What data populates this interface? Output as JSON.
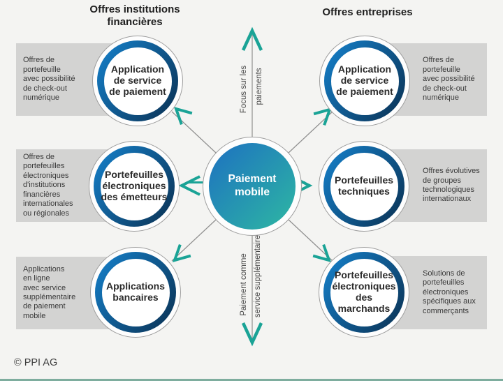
{
  "headings": {
    "left": "Offres institutions\nfinancières",
    "right": "Offres entreprises"
  },
  "center": {
    "label": "Paiement\nmobile"
  },
  "axes": {
    "top": {
      "line1": "Focus sur les",
      "line2": "paiements"
    },
    "bottom": {
      "line1": "Paiement comme",
      "line2": "service supplémentaire"
    }
  },
  "nodes": [
    {
      "position": "top-left",
      "label": "Application\nde service\nde paiement",
      "desc": "Offres de\nportefeuille\navec possibilité\nde check-out\nnumérique"
    },
    {
      "position": "top-right",
      "label": "Application\nde service\nde paiement",
      "desc": "Offres de\nportefeuille\navec possibilité\nde check-out\nnumérique"
    },
    {
      "position": "middle-left",
      "label": "Portefeuilles\nélectroniques\ndes émetteurs",
      "desc": "Offres de\nportefeuilles\nélectroniques\nd'institutions\nfinancières\ninternationales\nou régionales"
    },
    {
      "position": "middle-right",
      "label": "Portefeuilles\ntechniques",
      "desc": "Offres évolutives\nde groupes\ntechnologiques\ninternationaux"
    },
    {
      "position": "bottom-left",
      "label": "Applications\nbancaires",
      "desc": "Applications\nen ligne\navec service\nsupplémentaire\nde paiement\nmobile"
    },
    {
      "position": "bottom-right",
      "label": "Portefeuilles\nélectroniques\ndes marchands",
      "desc": "Solutions de\nportefeuilles\nélectroniques\nspécifiques aux\ncommerçants"
    }
  ],
  "footer": {
    "copyright": "© PPI AG"
  },
  "colors": {
    "accent_teal": "#1aa396",
    "ring_blue_light": "#1478be",
    "ring_blue_dark": "#0c3a60",
    "hub_gradient_start": "#1e74bf",
    "hub_gradient_end": "#2db4a4",
    "band_gray": "#d3d3d2",
    "background": "#f4f4f2",
    "footer_line_green": "#7ead9e"
  }
}
